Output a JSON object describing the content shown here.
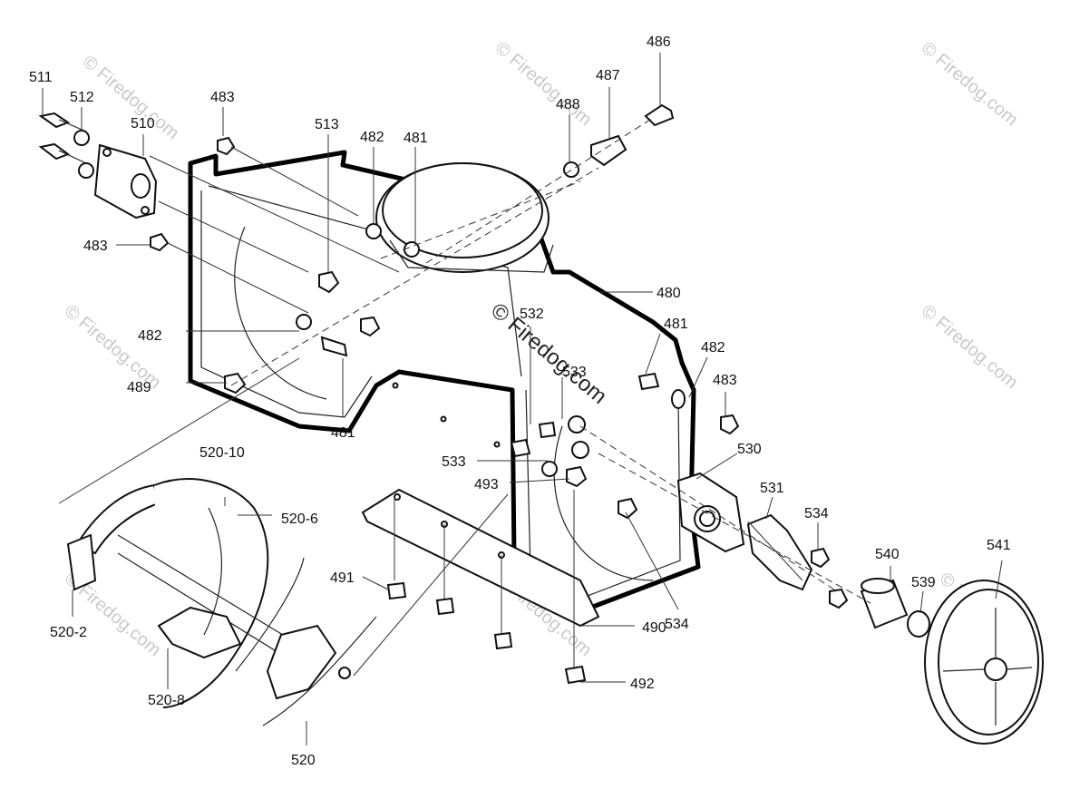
{
  "watermark": {
    "text": "© Firedog.com",
    "color": "#c9c9c9"
  },
  "center_watermark": {
    "text": "© Firedog.com"
  },
  "parts": [
    {
      "id": "p511",
      "label": "511"
    },
    {
      "id": "p512",
      "label": "512"
    },
    {
      "id": "p510",
      "label": "510"
    },
    {
      "id": "p483a",
      "label": "483"
    },
    {
      "id": "p483b",
      "label": "483"
    },
    {
      "id": "p513",
      "label": "513"
    },
    {
      "id": "p482a",
      "label": "482"
    },
    {
      "id": "p481a",
      "label": "481"
    },
    {
      "id": "p488",
      "label": "488"
    },
    {
      "id": "p487",
      "label": "487"
    },
    {
      "id": "p486",
      "label": "486"
    },
    {
      "id": "p480",
      "label": "480"
    },
    {
      "id": "p482b",
      "label": "482"
    },
    {
      "id": "p489",
      "label": "489"
    },
    {
      "id": "p481b",
      "label": "481"
    },
    {
      "id": "p532",
      "label": "532"
    },
    {
      "id": "p533a",
      "label": "533"
    },
    {
      "id": "p481c",
      "label": "481"
    },
    {
      "id": "p482c",
      "label": "482"
    },
    {
      "id": "p483c",
      "label": "483"
    },
    {
      "id": "p530",
      "label": "530"
    },
    {
      "id": "p533b",
      "label": "533"
    },
    {
      "id": "p493",
      "label": "493"
    },
    {
      "id": "p531",
      "label": "531"
    },
    {
      "id": "p534a",
      "label": "534"
    },
    {
      "id": "p520_10",
      "label": "520-10"
    },
    {
      "id": "p520_6",
      "label": "520-6"
    },
    {
      "id": "p491",
      "label": "491"
    },
    {
      "id": "p540",
      "label": "540"
    },
    {
      "id": "p541",
      "label": "541"
    },
    {
      "id": "p539",
      "label": "539"
    },
    {
      "id": "p520_2",
      "label": "520-2"
    },
    {
      "id": "p534b",
      "label": "534"
    },
    {
      "id": "p490",
      "label": "490"
    },
    {
      "id": "p520_8",
      "label": "520-8"
    },
    {
      "id": "p492",
      "label": "492"
    },
    {
      "id": "p520",
      "label": "520"
    }
  ]
}
